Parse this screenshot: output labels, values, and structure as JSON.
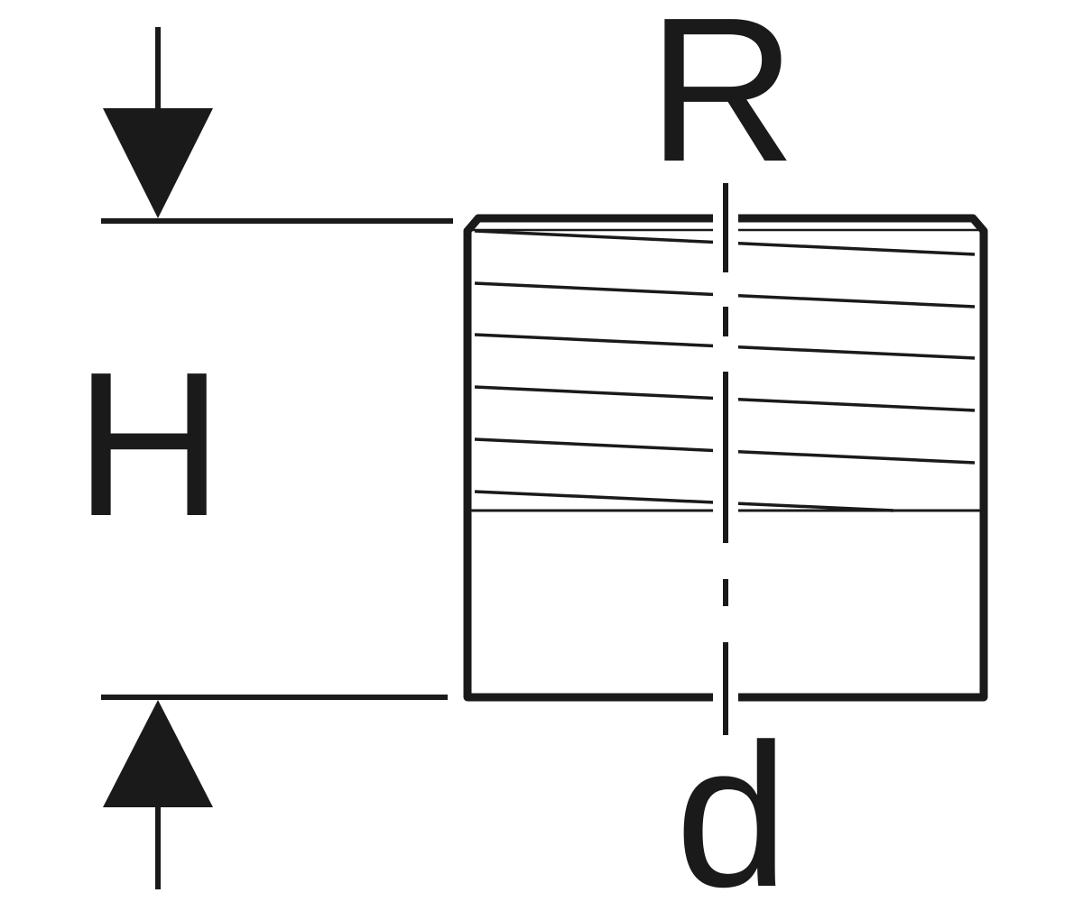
{
  "labels": {
    "radius": "R",
    "height": "H",
    "diameter": "d"
  },
  "colors": {
    "line": "#1a1a1a",
    "background": "#ffffff"
  }
}
